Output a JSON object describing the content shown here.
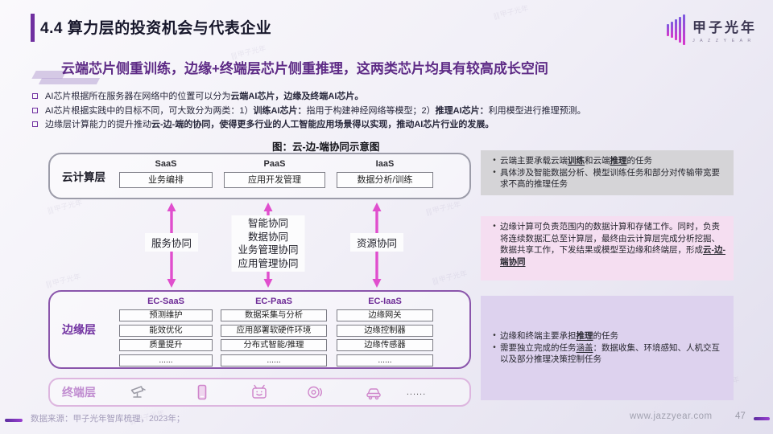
{
  "slide": {
    "title": "4.4 算力层的投资机会与代表企业",
    "subtitle": "云端芯片侧重训练，边缘+终端层芯片侧重推理，这两类芯片均具有较高成长空间"
  },
  "logo": {
    "cn": "甲子光年",
    "en": "J A Z Z Y E A R"
  },
  "watermark": {
    "text": "甲子光年"
  },
  "bullets": [
    {
      "segments": [
        {
          "t": "AI芯片根据所在服务器在网络中的位置可以分为"
        },
        {
          "t": "云端AI芯片，边缘及终端AI芯片。",
          "b": true
        }
      ]
    },
    {
      "segments": [
        {
          "t": "AI芯片根据实践中的目标不同，可大致分为两类：1）"
        },
        {
          "t": "训练AI芯片：",
          "b": true
        },
        {
          "t": "指用于构建神经网络等模型；2）"
        },
        {
          "t": "推理AI芯片：",
          "b": true
        },
        {
          "t": "利用模型进行推理预测。"
        }
      ]
    },
    {
      "segments": [
        {
          "t": "边缘层计算能力的提升推动"
        },
        {
          "t": "云-边-端的协同，使得更多行业的人工智能应用场景得以实现，推动AI芯片行业的发展。",
          "b": true
        }
      ]
    }
  ],
  "figure": {
    "title": "图：云-边-端协同示意图",
    "cloud": {
      "label": "云计算层",
      "columns": [
        {
          "header": "SaaS",
          "box": "业务编排"
        },
        {
          "header": "PaaS",
          "box": "应用开发管理"
        },
        {
          "header": "IaaS",
          "box": "数据分析/训练"
        }
      ]
    },
    "sync": {
      "left": "服务协同",
      "middle": [
        "智能协同",
        "数据协同",
        "业务管理协同",
        "应用管理协同"
      ],
      "right": "资源协同"
    },
    "edge": {
      "label": "边缘层",
      "columns": [
        {
          "header": "EC-SaaS",
          "items": [
            "预测维护",
            "能效优化",
            "质量提升",
            "......"
          ]
        },
        {
          "header": "EC-PaaS",
          "items": [
            "数据采集与分析",
            "应用部署软硬件环境",
            "分布式智能/推理",
            "......"
          ]
        },
        {
          "header": "EC-IaaS",
          "items": [
            "边缘网关",
            "边缘控制器",
            "边缘传感器",
            "......"
          ]
        }
      ]
    },
    "terminal": {
      "label": "终端层",
      "icons": [
        "cctv-camera",
        "smartphone",
        "smart-tv",
        "smart-speaker",
        "car"
      ],
      "more": "......"
    }
  },
  "notes": [
    {
      "bullets": [
        [
          {
            "t": "云端主要承载云端"
          },
          {
            "t": "训练",
            "b": true,
            "u": true
          },
          {
            "t": "和云端"
          },
          {
            "t": "推理",
            "b": true,
            "u": true
          },
          {
            "t": "的任务"
          }
        ],
        [
          {
            "t": "具体涉及智能数据分析、模型训练任务和部分对传输带宽要求不高的推理任务"
          }
        ]
      ]
    },
    {
      "bullets": [
        [
          {
            "t": "边缘计算可负责范围内的数据计算和存储工作。同时，负责将连续数据汇总至计算层，最终由云计算层完成分析挖掘、数据共享工作，下发结果或模型至边缘和终端层，形成"
          },
          {
            "t": "云-边-端协同",
            "b": true,
            "u": true
          }
        ]
      ]
    },
    {
      "bullets": [
        [
          {
            "t": "边缘和终端主要承担"
          },
          {
            "t": "推理",
            "b": true,
            "u": true
          },
          {
            "t": "的任务"
          }
        ],
        [
          {
            "t": "需要独立完成的任务"
          },
          {
            "t": "涵盖",
            "u": true
          },
          {
            "t": "：数据收集、环境感知、人机交互以及部分推理决策控制任务"
          }
        ]
      ]
    }
  ],
  "footer": {
    "source": "数据来源：甲子光年智库梳理，2023年；",
    "url": "www.jazzyear.com",
    "page": "47"
  },
  "colors": {
    "accent": "#7030a0",
    "subtitle": "#5e2b86",
    "arrow": "#e04ecd",
    "edge_border": "#8a55ab",
    "terminal_border": "#ddb6df",
    "note_gray": "#d5d4d7",
    "note_pink": "#f5def1",
    "note_lavender": "#ddd2ee"
  }
}
